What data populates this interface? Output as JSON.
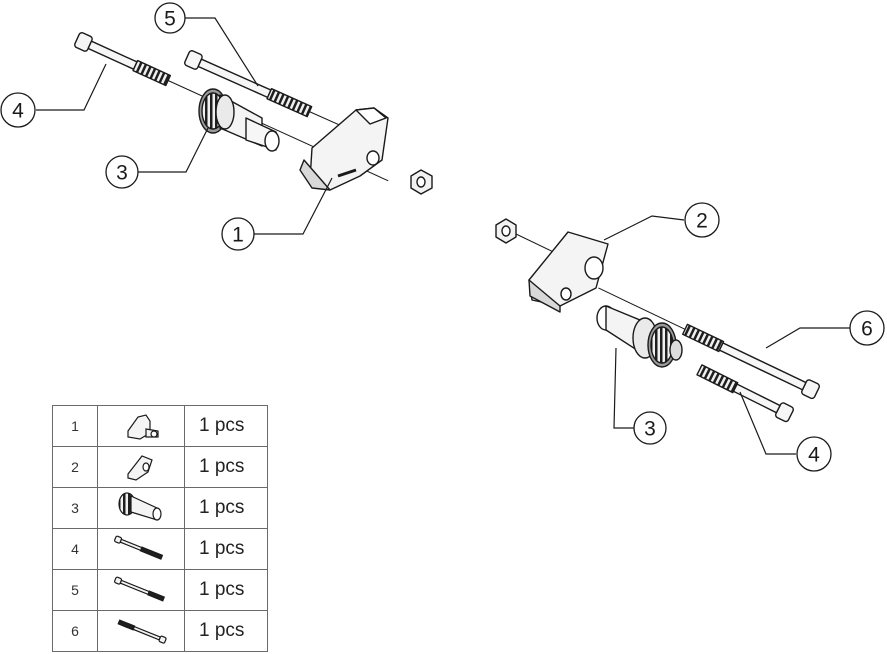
{
  "callouts": {
    "left_assembly": [
      "4",
      "5",
      "3",
      "1"
    ],
    "right_assembly": [
      "2",
      "6",
      "3",
      "4"
    ]
  },
  "parts_table": {
    "rows": [
      {
        "index": "1",
        "icon": "bracket-part-1-icon",
        "quantity": "1 pcs"
      },
      {
        "index": "2",
        "icon": "bracket-part-2-icon",
        "quantity": "1 pcs"
      },
      {
        "index": "3",
        "icon": "slider-spacer-icon",
        "quantity": "1 pcs"
      },
      {
        "index": "4",
        "icon": "long-bolt-icon",
        "quantity": "1 pcs"
      },
      {
        "index": "5",
        "icon": "long-bolt-icon",
        "quantity": "1 pcs"
      },
      {
        "index": "6",
        "icon": "long-bolt-icon",
        "quantity": "1 pcs"
      }
    ]
  },
  "colors": {
    "line": "#1a1a1a",
    "fill_light": "#f4f4f4",
    "fill_shadow": "#cfcfcf",
    "thread": "#2a2a2a"
  }
}
